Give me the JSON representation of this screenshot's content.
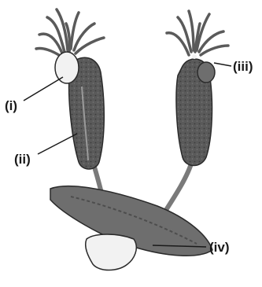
{
  "labels": {
    "i": "(i)",
    "ii": "(ii)",
    "iii": "(iii)",
    "iv": "(iv)"
  },
  "colors": {
    "background": "#ffffff",
    "body_dark": "#4d4d4d",
    "body_mid": "#6e6e6e",
    "stolon": "#7a7a7a",
    "outline": "#2a2a2a",
    "pale_bud": "#f2f2f2",
    "tentacle": "#5a5a5a",
    "text": "#1a1a1a"
  }
}
